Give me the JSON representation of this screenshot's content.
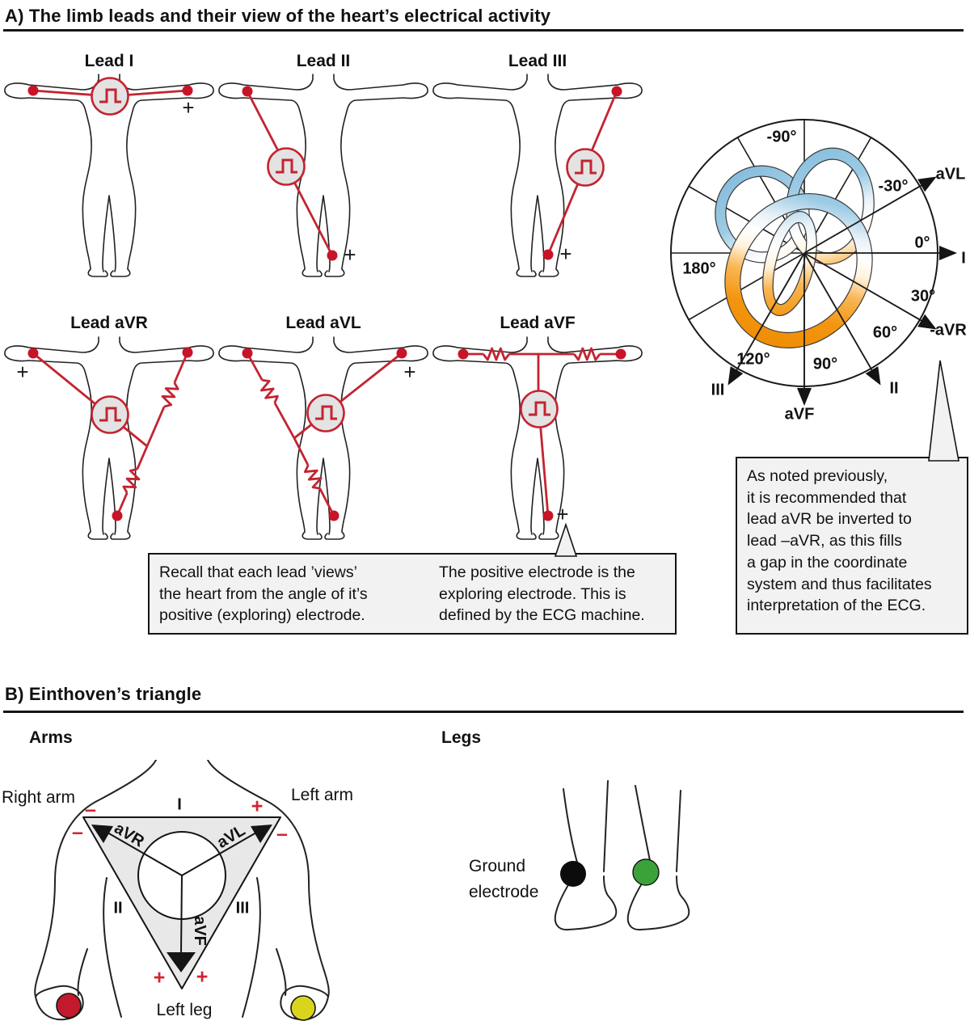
{
  "colors": {
    "red": "#c32431",
    "dot_red": "#c81428",
    "galv_fill": "#e3e3e3",
    "electrode_red": "#c21a2c",
    "electrode_yellow": "#d9d51d",
    "electrode_green": "#3ba23a",
    "electrode_black": "#0c0c0c",
    "box_bg": "#f2f2f2",
    "triangle_fill": "#e8e8e8",
    "heart_blue": "#8cc2e0",
    "heart_orange": "#f3950f"
  },
  "section_a": {
    "title": "A) The limb leads and their view of the heart’s electrical activity",
    "panels": [
      {
        "label": "Lead I"
      },
      {
        "label": "Lead II"
      },
      {
        "label": "Lead III"
      },
      {
        "label": "Lead aVR"
      },
      {
        "label": "Lead aVL"
      },
      {
        "label": "Lead aVF"
      }
    ],
    "plus_sign": "+",
    "dial": {
      "angle_labels": [
        {
          "text": "-90°"
        },
        {
          "text": "-30°"
        },
        {
          "text": "0°"
        },
        {
          "text": "30°"
        },
        {
          "text": "60°"
        },
        {
          "text": "90°"
        },
        {
          "text": "120°"
        },
        {
          "text": "180°"
        }
      ],
      "lead_labels": [
        {
          "text": "aVL"
        },
        {
          "text": "I"
        },
        {
          "text": "-aVR"
        },
        {
          "text": "II"
        },
        {
          "text": "aVF"
        },
        {
          "text": "III"
        }
      ]
    },
    "notes": [
      {
        "text": "Recall that each lead ’views’\nthe heart from the angle of it’s\npositive (exploring) electrode."
      },
      {
        "text": "The positive electrode is the\nexploring electrode. This is\ndefined by the ECG machine."
      },
      {
        "text": "As noted previously,\nit is recommended that\nlead aVR be inverted to\nlead –aVR, as this fills\na gap in the coordinate\nsystem and thus facilitates\ninterpretation of the ECG."
      }
    ]
  },
  "section_b": {
    "title": "B) Einthoven’s triangle",
    "arms_label": "Arms",
    "legs_label": "Legs",
    "right_arm_label": "Right arm",
    "left_arm_label": "Left arm",
    "left_leg_label": "Left leg",
    "ground_label": "Ground\nelectrode",
    "triangle": {
      "lead_i": "I",
      "avr": "aVR",
      "avl": "aVL",
      "avf": "aVF",
      "lead_ii": "II",
      "lead_iii": "III"
    },
    "plus_sign": "+",
    "minus_sign": "–"
  }
}
